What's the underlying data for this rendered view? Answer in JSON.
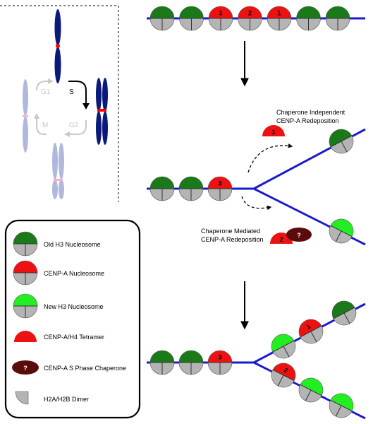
{
  "cell_cycle": {
    "phases": [
      "G1",
      "S",
      "G2",
      "M"
    ]
  },
  "top_strand": {
    "nucleosomes": [
      {
        "type": "old_h3",
        "label": ""
      },
      {
        "type": "old_h3",
        "label": ""
      },
      {
        "type": "cenpa",
        "label": "3"
      },
      {
        "type": "cenpa",
        "label": "2"
      },
      {
        "type": "cenpa",
        "label": "1"
      },
      {
        "type": "old_h3",
        "label": ""
      },
      {
        "type": "old_h3",
        "label": ""
      }
    ]
  },
  "middle_fork": {
    "parent_nucleosomes": [
      {
        "type": "old_h3",
        "label": ""
      },
      {
        "type": "old_h3",
        "label": ""
      },
      {
        "type": "cenpa",
        "label": "3"
      }
    ],
    "independent_label_line1": "Chaperone Independent",
    "independent_label_line2": "CENP-A Redeposition",
    "mediated_label_line1": "Chaperone Mediated",
    "mediated_label_line2": "CENP-A Redeposition",
    "free_tetramer_1": "1",
    "free_tetramer_2": "2",
    "chaperone_mark": "?"
  },
  "bottom_fork": {
    "parent_nucleosomes": [
      {
        "type": "old_h3",
        "label": ""
      },
      {
        "type": "old_h3",
        "label": ""
      },
      {
        "type": "cenpa",
        "label": "3"
      }
    ],
    "upper_branch_label": "1",
    "lower_branch_label": "2"
  },
  "legend": {
    "items": [
      {
        "symbol": "old_h3",
        "label": "Old H3 Nucleosome"
      },
      {
        "symbol": "cenpa",
        "label": "CENP-A Nucleosome"
      },
      {
        "symbol": "new_h3",
        "label": "New H3 Nucleosome"
      },
      {
        "symbol": "tetramer",
        "label": "CENP-A/H4 Tetramer"
      },
      {
        "symbol": "chaperone",
        "label": "CENP-A S Phase Chaperone"
      },
      {
        "symbol": "dimer",
        "label": "H2A/H2B Dimer"
      }
    ],
    "chaperone_mark": "?"
  },
  "colors": {
    "old_h3": "#1a7a1a",
    "cenpa": "#ee1111",
    "new_h3": "#22ee22",
    "dimer": "#b4b4b4",
    "dna": "#1a1acc",
    "chaperone": "#5a0c0c",
    "chromosome_dark": "#0a1a7a",
    "chromosome_light": "#b0b8dc"
  }
}
